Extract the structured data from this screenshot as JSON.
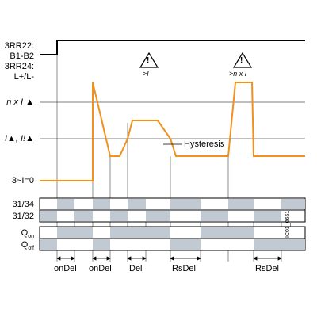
{
  "labels": {
    "supply_line1": "3RR22:",
    "supply_line2": "B1-B2",
    "supply_line3": "3RR24:",
    "supply_line4": "L+/L-",
    "n_x_i": "n x I ▲",
    "i_threshold": "I▲, I!▲",
    "zero": "3~I=0",
    "hysteresis": "Hysteresis",
    "relay_3134": "31/34",
    "relay_3132": "31/32",
    "q_on_main": "Q",
    "q_on_sub": "on",
    "q_off_main": "Q",
    "q_off_sub": "off",
    "figure_code": "IC01_0651"
  },
  "warnings": [
    {
      "symbol": "!",
      "caption": ">I"
    },
    {
      "symbol": "!",
      "caption": ">n x I"
    }
  ],
  "timing_labels": [
    "onDel",
    "onDel",
    "Del",
    "RsDel",
    "RsDel"
  ],
  "colors": {
    "signal": "#f0911e",
    "shade": "#c1cad3",
    "line": "#000000",
    "grid": "#555555"
  }
}
